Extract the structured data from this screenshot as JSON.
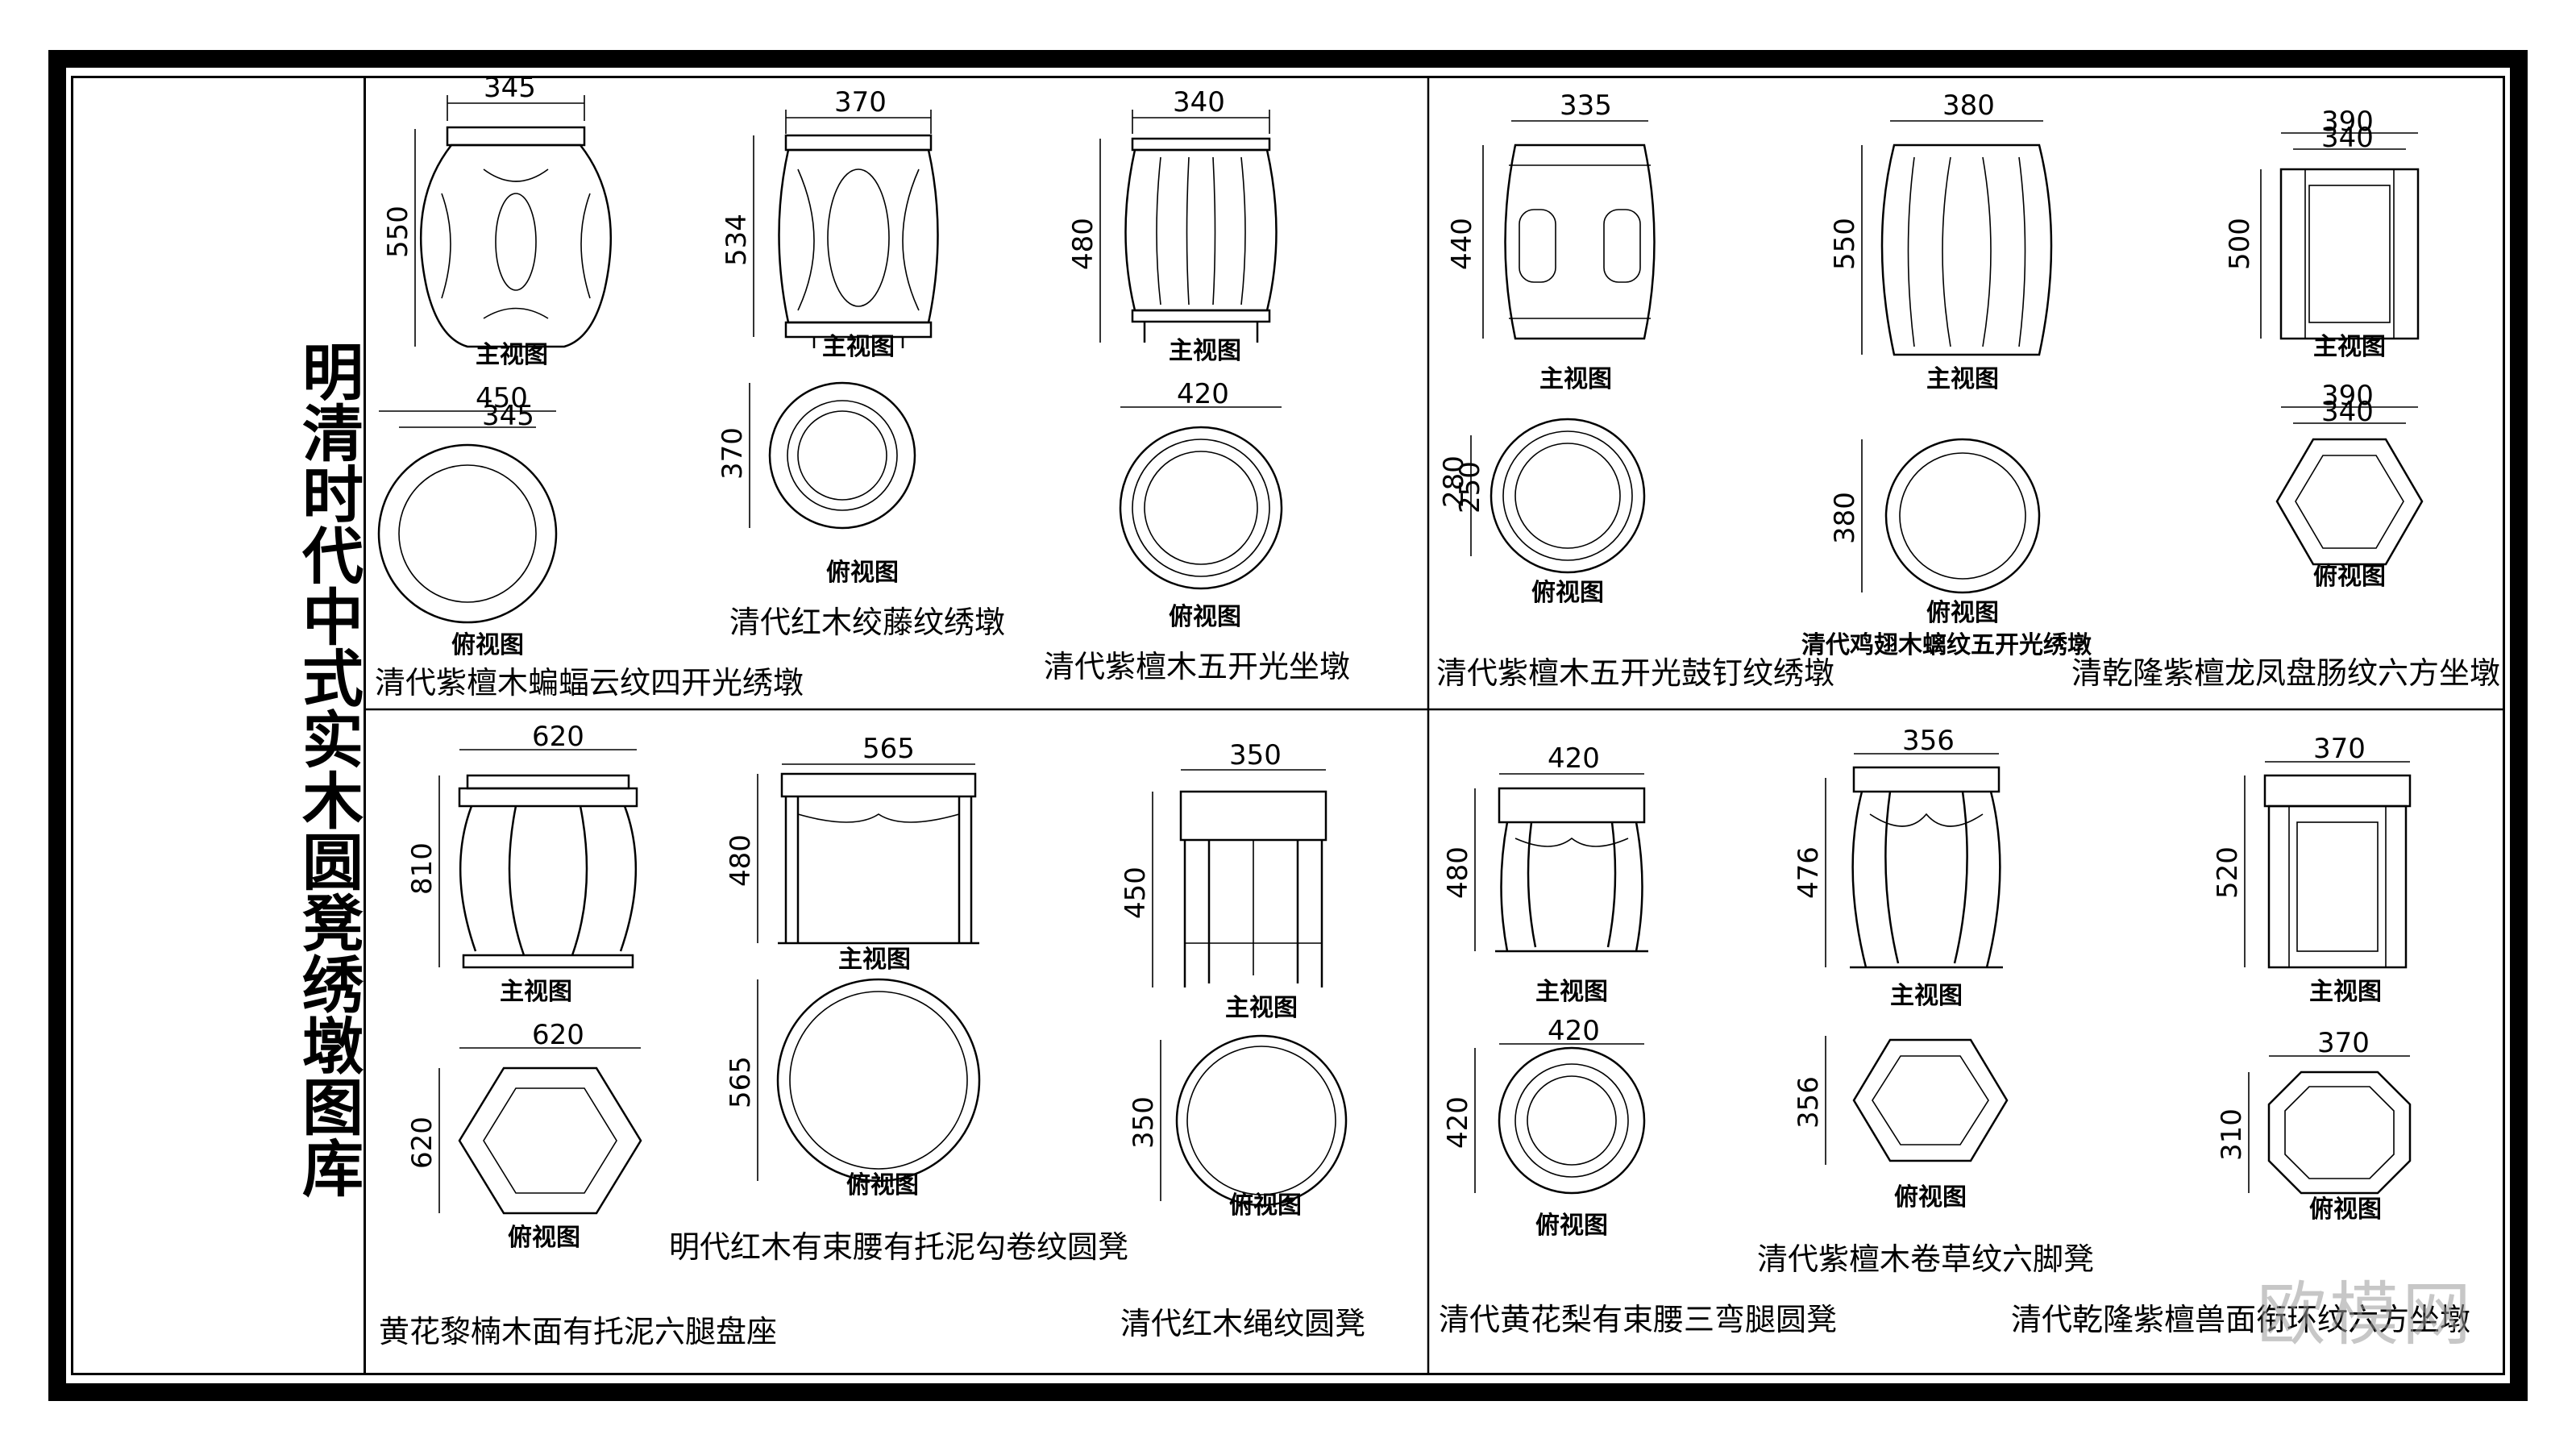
{
  "title": "明清时代中式实木圆凳绣墩图库",
  "view_labels": {
    "front": "主视图",
    "top": "俯视图"
  },
  "watermark": "欧模网",
  "stools": [
    {
      "id": "s1",
      "caption": "清代紫檀木蝙蝠云纹四开光绣墩",
      "front_dims": [
        "345",
        "550"
      ],
      "top_dims": [
        "450",
        "345"
      ]
    },
    {
      "id": "s2",
      "caption": "清代红木绞藤纹绣墩",
      "front_dims": [
        "370",
        "534"
      ],
      "top_dims": [
        "370"
      ]
    },
    {
      "id": "s3",
      "caption": "清代紫檀木五开光坐墩",
      "front_dims": [
        "340",
        "480"
      ],
      "top_dims": [
        "420"
      ]
    },
    {
      "id": "s4",
      "caption": "清代紫檀木五开光鼓钉纹绣墩",
      "front_dims": [
        "335",
        "440"
      ],
      "top_dims": [
        "280",
        "250"
      ]
    },
    {
      "id": "s5",
      "caption": "清代鸡翅木螭纹五开光绣墩",
      "front_dims": [
        "380",
        "550"
      ],
      "top_dims": [
        "380"
      ]
    },
    {
      "id": "s6",
      "caption": "清乾隆紫檀龙凤盘肠纹六方坐墩",
      "front_dims": [
        "390",
        "340",
        "500"
      ],
      "top_dims": [
        "390",
        "340"
      ]
    },
    {
      "id": "s7",
      "caption": "黄花黎楠木面有托泥六腿盘座",
      "front_dims": [
        "620",
        "810"
      ],
      "top_dims": [
        "620",
        "620"
      ]
    },
    {
      "id": "s8",
      "caption": "明代红木有束腰有托泥勾卷纹圆凳",
      "front_dims": [
        "565",
        "480"
      ],
      "top_dims": [
        "565"
      ]
    },
    {
      "id": "s9",
      "caption": "清代红木绳纹圆凳",
      "front_dims": [
        "350",
        "450"
      ],
      "top_dims": [
        "350"
      ]
    },
    {
      "id": "s10",
      "caption": "清代黄花梨有束腰三弯腿圆凳",
      "front_dims": [
        "420",
        "480"
      ],
      "top_dims": [
        "420",
        "420"
      ]
    },
    {
      "id": "s11",
      "caption": "清代紫檀木卷草纹六脚凳",
      "front_dims": [
        "356",
        "476"
      ],
      "top_dims": [
        "356"
      ]
    },
    {
      "id": "s12",
      "caption": "清代乾隆紫檀兽面衔环纹六方坐墩",
      "front_dims": [
        "370",
        "520"
      ],
      "top_dims": [
        "370",
        "310"
      ]
    }
  ]
}
